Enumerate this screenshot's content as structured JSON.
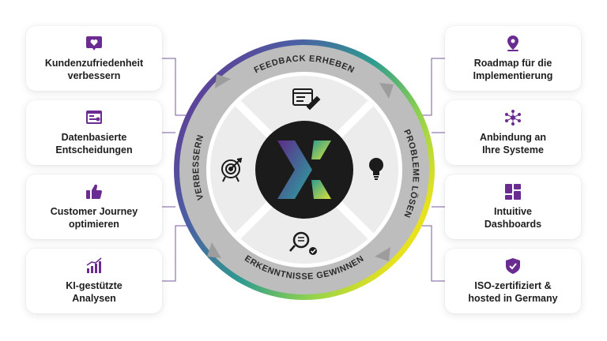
{
  "left_cards": [
    {
      "label": "Kundenzufriedenheit\nverbessern",
      "icon": "heart-chat-icon"
    },
    {
      "label": "Datenbasierte\nEntscheidungen",
      "icon": "data-window-icon"
    },
    {
      "label": "Customer Journey\noptimieren",
      "icon": "thumbs-up-icon"
    },
    {
      "label": "KI-gestützte\nAnalysen",
      "icon": "growth-chart-icon"
    }
  ],
  "right_cards": [
    {
      "label": "Roadmap für die\nImplementierung",
      "icon": "map-pin-icon"
    },
    {
      "label": "Anbindung an\nIhre Systeme",
      "icon": "network-nodes-icon"
    },
    {
      "label": "Intuitive\nDashboards",
      "icon": "dashboard-grid-icon"
    },
    {
      "label": "ISO-zertifiziert &\nhosted in Germany",
      "icon": "shield-check-icon"
    }
  ],
  "ring": {
    "top": "FEEDBACK ERHEBEN",
    "right": "PROBLEME LÖSEN",
    "bottom": "ERKENNTNISSE GEWINNEN",
    "left": "VERBESSERN"
  },
  "quadrant_icons": {
    "top": "feedback-form-icon",
    "right": "lightbulb-icon",
    "bottom": "magnifier-insight-icon",
    "left": "target-icon"
  },
  "center_logo": "x-logo",
  "colors": {
    "purple": "#6a2c91",
    "teal": "#2e9c8f",
    "yellow": "#e8e21e",
    "ring_gray": "#bdbdbd",
    "inner_gray": "#ececec",
    "center": "#1b1b1b"
  }
}
